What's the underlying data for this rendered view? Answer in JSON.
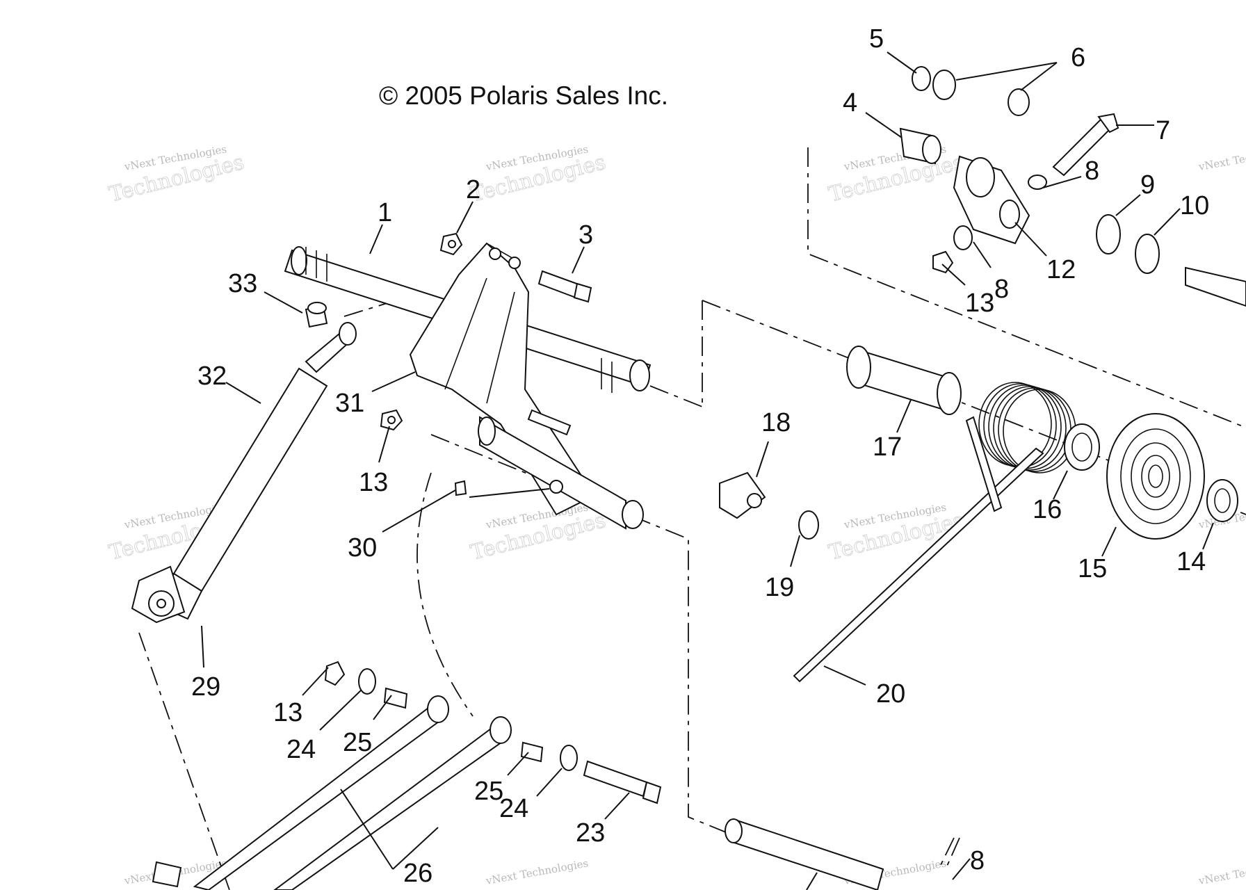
{
  "copyright": "© 2005 Polaris Sales Inc.",
  "watermark": {
    "line1": "vNext Technologies",
    "line2": "Technologies"
  },
  "callouts": {
    "c1": "1",
    "c2": "2",
    "c3": "3",
    "c4": "4",
    "c5": "5",
    "c6": "6",
    "c7": "7",
    "c8a": "8",
    "c8b": "8",
    "c8c": "8",
    "c9": "9",
    "c10": "10",
    "c12": "12",
    "c13a": "13",
    "c13b": "13",
    "c13c": "13",
    "c14": "14",
    "c15": "15",
    "c16": "16",
    "c17": "17",
    "c18": "18",
    "c19": "19",
    "c20": "20",
    "c23": "23",
    "c24a": "24",
    "c24b": "24",
    "c25a": "25",
    "c25b": "25",
    "c26": "26",
    "c29": "29",
    "c30": "30",
    "c31": "31",
    "c32": "32",
    "c33": "33"
  },
  "colors": {
    "ink": "#111111",
    "background": "#ffffff",
    "watermark": "#b9b9b9"
  }
}
